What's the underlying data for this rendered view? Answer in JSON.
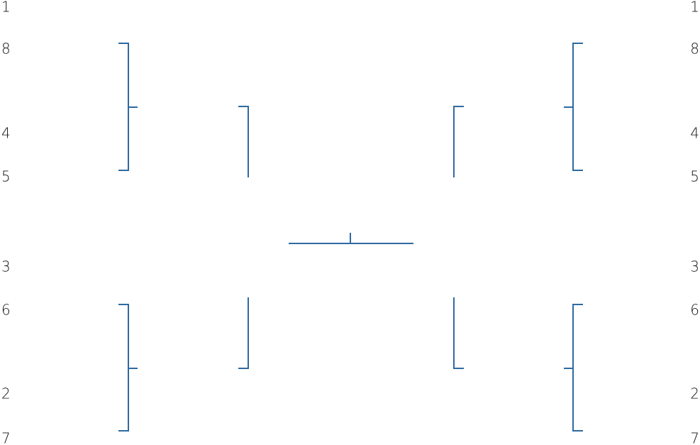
{
  "diagram": {
    "type": "tournament-bracket",
    "line_color": "#2e6aa1",
    "text_color": "#111111",
    "left_seeds": [
      "1",
      "8",
      "4",
      "5",
      "3",
      "6",
      "2",
      "7"
    ],
    "right_seeds": [
      "1",
      "8",
      "4",
      "5",
      "3",
      "6",
      "2",
      "7"
    ],
    "left_first_round_pairs": [
      [
        "8",
        "5"
      ],
      [
        "6",
        "7"
      ]
    ],
    "right_first_round_pairs": [
      [
        "8",
        "5"
      ],
      [
        "6",
        "7"
      ]
    ]
  }
}
